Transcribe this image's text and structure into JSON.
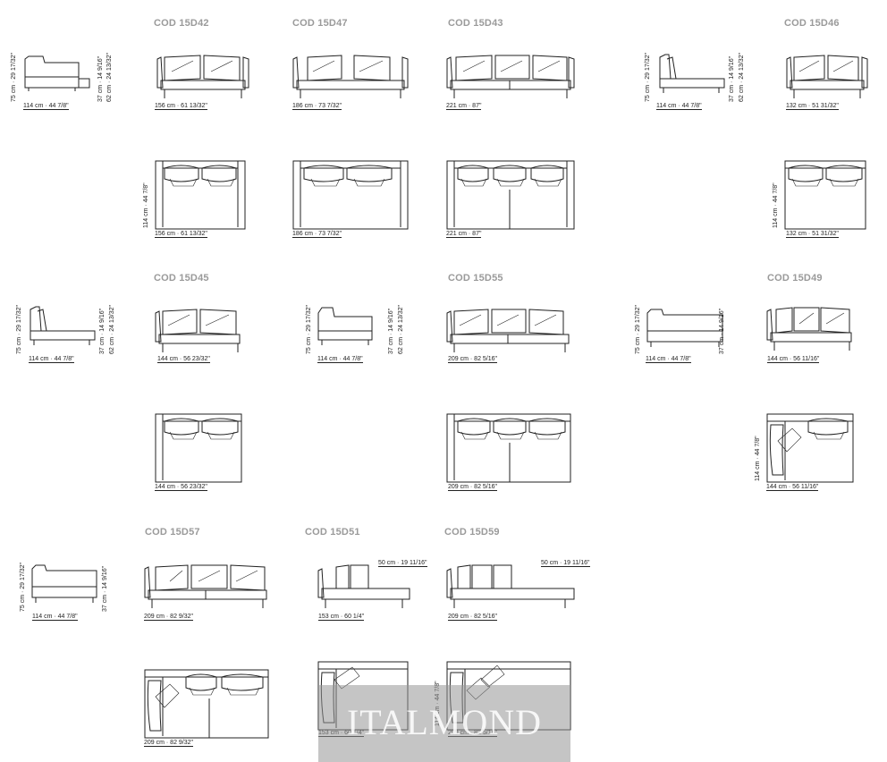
{
  "codes": {
    "c1": "COD 15D42",
    "c2": "COD 15D47",
    "c3": "COD 15D43",
    "c4": "COD 15D46",
    "c5": "COD 15D45",
    "c6": "COD 15D55",
    "c7": "COD 15D49",
    "c8": "COD 15D57",
    "c9": "COD 15D51",
    "c10": "COD 15D59"
  },
  "dims": {
    "d114": "114 cm · 44 7/8\"",
    "d156": "156 cm · 61 13/32\"",
    "d186": "186 cm · 73 7/32\"",
    "d221": "221 cm · 87\"",
    "d132": "132 cm · 51 31/32\"",
    "d144a": "144 cm · 56 23/32\"",
    "d209": "209 cm · 82 5/16\"",
    "d144b": "144 cm · 56 11/16\"",
    "d209b": "209 cm · 82 9/32\"",
    "d153": "153 cm · 60 1/4\"",
    "d50": "50 cm · 19 11/16\"",
    "h75": "75 cm · 29 17/32\"",
    "h37": "37 cm · 14 9/16\"",
    "h62": "62 cm · 24 13/32\"",
    "d114v": "114 cm · 44 7/8\""
  },
  "watermark": "ITALMOND"
}
